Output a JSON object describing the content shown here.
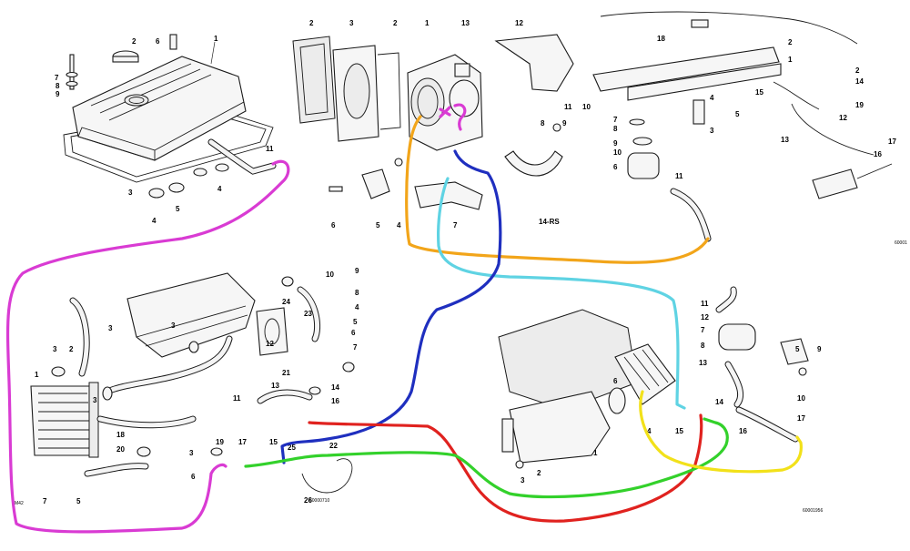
{
  "notes": {
    "fuel_system_code": "14-RS",
    "ref_top_right": "60001",
    "ref_cooling": "60000710",
    "ref_intake": "60001956",
    "engine_code": "M42"
  },
  "callouts": {
    "valve_cover": [
      "1",
      "2",
      "6",
      "7",
      "8",
      "9",
      "3",
      "4",
      "5",
      "4",
      "11"
    ],
    "throttle": [
      "2",
      "3",
      "2",
      "1",
      "13",
      "12",
      "6",
      "5",
      "4",
      "7",
      "8",
      "9",
      "10",
      "11"
    ],
    "fuel_rail": [
      "18",
      "1",
      "2",
      "3",
      "4",
      "5",
      "6",
      "7",
      "8",
      "9",
      "10",
      "11",
      "12",
      "13",
      "14",
      "15",
      "16",
      "17",
      "19",
      "2"
    ],
    "cooling": [
      "10",
      "9",
      "8",
      "24",
      "23",
      "22",
      "21",
      "20",
      "19",
      "18",
      "17",
      "16",
      "15",
      "14",
      "13",
      "12",
      "11",
      "7",
      "6",
      "5",
      "4",
      "3",
      "3",
      "3",
      "3",
      "2",
      "1",
      "25",
      "26",
      "5",
      "6",
      "3",
      "7"
    ],
    "intake": [
      "11",
      "12",
      "7",
      "8",
      "6",
      "13",
      "4",
      "15",
      "14",
      "16",
      "17",
      "10",
      "9",
      "5",
      "3",
      "1",
      "2"
    ]
  },
  "route_colors": {
    "magenta": "#d93bd3",
    "orange": "#f2a51a",
    "cyan": "#5fd3e3",
    "blue": "#1f2fbf",
    "red": "#e0221f",
    "green": "#33d12b",
    "yellow": "#f2e11a"
  }
}
